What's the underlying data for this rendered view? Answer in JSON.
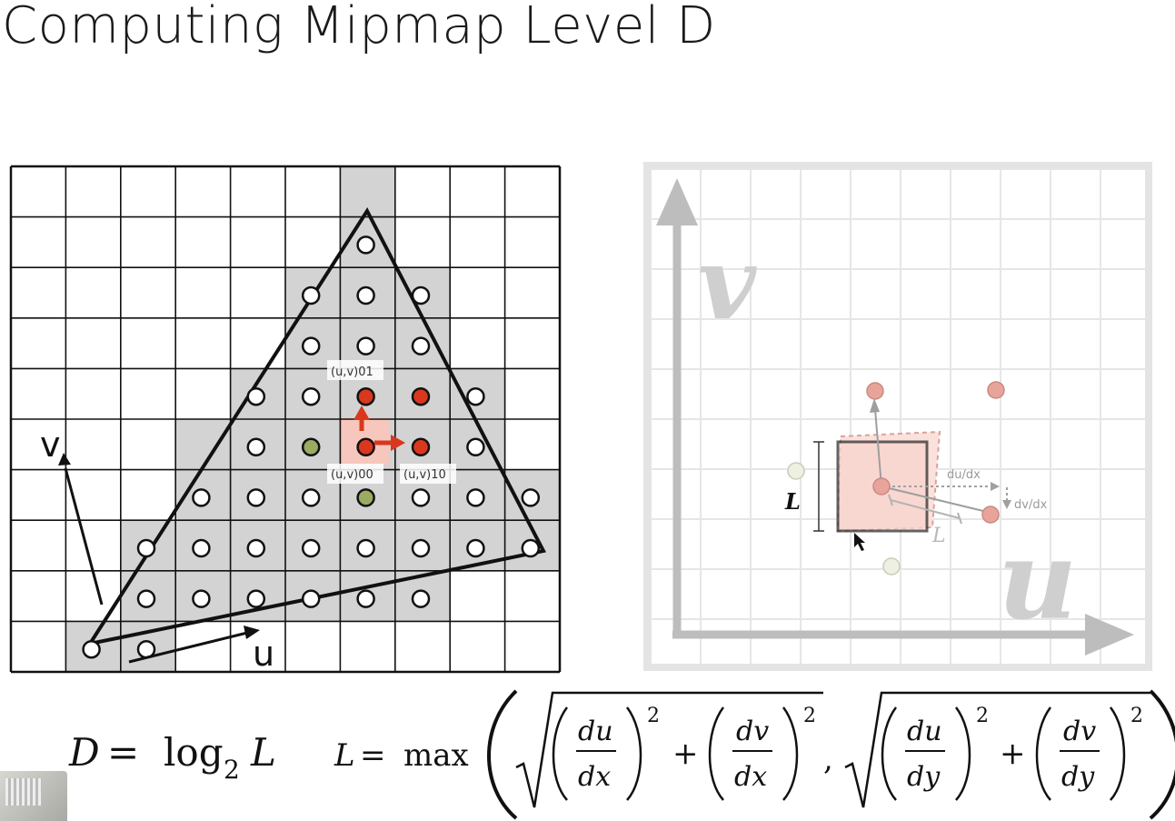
{
  "title": "Computing Mipmap Level D",
  "left_diagram": {
    "axis_u": "u",
    "axis_v": "v",
    "labels": {
      "uv00": "(u,v)00",
      "uv01": "(u,v)01",
      "uv10": "(u,v)10"
    }
  },
  "right_diagram": {
    "axis_u": "u",
    "axis_v": "v",
    "label_L_left": "L",
    "label_L_right": "L",
    "label_dudx": "du/dx",
    "label_dvdx": "dv/dx"
  },
  "formula": {
    "D": "D",
    "eq1": "=",
    "log": "log",
    "sub2": "2",
    "L1": "L",
    "L2": "L",
    "eq2": "=",
    "max": "max",
    "du": "du",
    "dv": "dv",
    "dx": "dx",
    "dy": "dy",
    "two": "2",
    "plus": "+",
    "comma": ","
  },
  "colors": {
    "grid": "#111111",
    "cell_fill": "#d3d3d3",
    "sample_red": "#d9381e",
    "sample_green": "#9aab62",
    "highlight": "#f7c6bc",
    "faded_grid": "#e6e6e6",
    "faded_axis": "#bdbdbd",
    "faded_red": "#e8a49b"
  }
}
